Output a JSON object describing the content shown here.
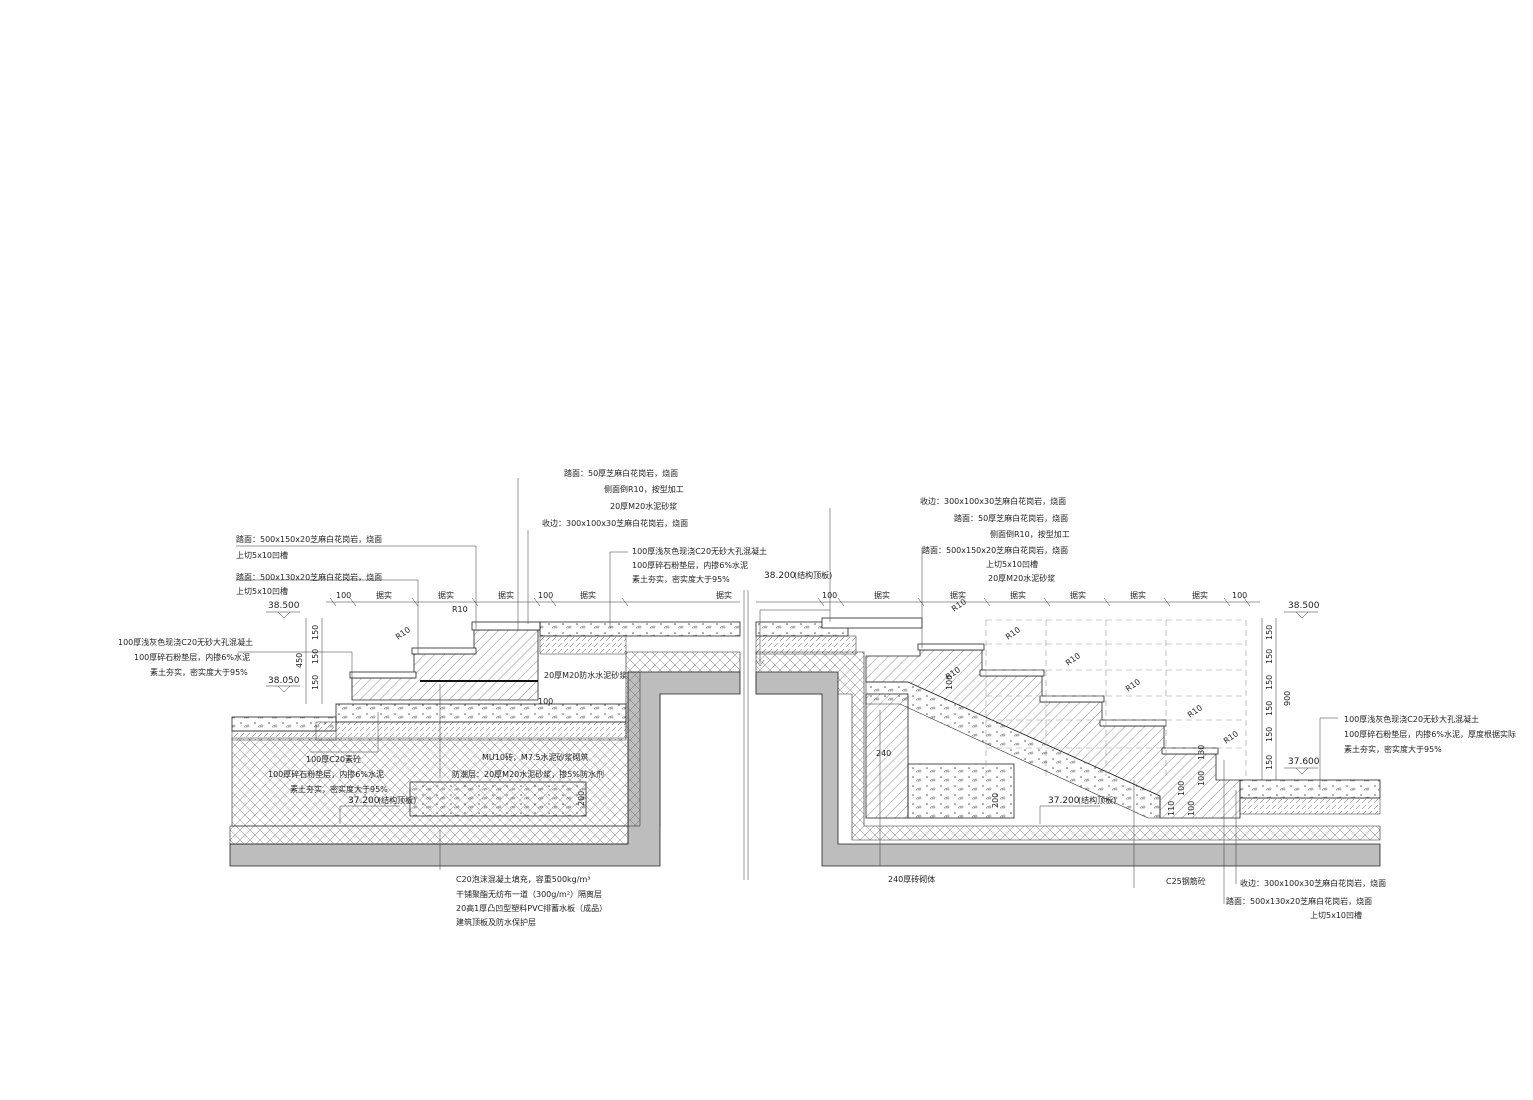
{
  "levels": {
    "left_top": "38.500",
    "left_mid": "38.050",
    "left_roof": "37.200",
    "left_roof_note": "(结构顶板)",
    "center_roof": "38.200",
    "center_roof_note": "(结构顶板)",
    "right_top": "38.500",
    "right_mid": "37.600",
    "right_roof": "37.200",
    "right_roof_note": "(结构顶板)"
  },
  "dimensions": {
    "top_left": [
      "100",
      "据实",
      "据实",
      "据实",
      "100",
      "据实",
      "据实"
    ],
    "top_right": [
      "100",
      "据实",
      "据实",
      "据实",
      "据实",
      "据实",
      "据实",
      "100"
    ],
    "left_vertical_total": "450",
    "left_vertical_parts": [
      "150",
      "150",
      "150"
    ],
    "right_vertical_total": "900",
    "right_vertical_parts": [
      "150",
      "150",
      "150",
      "150",
      "150",
      "150"
    ],
    "wall_width_240": "240",
    "slab_200_left": "200",
    "slab_200_right": "200",
    "dim_100_left": "100",
    "small_right": [
      "100",
      "130",
      "100",
      "110",
      "100"
    ],
    "small_diag": "100"
  },
  "radius_labels": [
    "R10",
    "R10",
    "R10",
    "R10",
    "R10",
    "R10",
    "R10",
    "R10",
    "R10"
  ],
  "notes_top_left": [
    "踏面：500x150x20芝麻白花岗岩，烧面",
    "上切5x10凹槽",
    "踏面：500x130x20芝麻白花岗岩，烧面",
    "上切5x10凹槽"
  ],
  "notes_top_center": [
    "踏面：50厚芝麻白花岗岩，烧面",
    "侧面倒R10，按型加工",
    "20厚M20水泥砂浆",
    "收边：300x100x30芝麻白花岗岩，烧面"
  ],
  "notes_top_mid": [
    "100厚浅灰色现浇C20无砂大孔混凝土",
    "100厚碎石粉垫层，内掺6%水泥",
    "素土夯实，密实度大于95%"
  ],
  "notes_top_right": [
    "收边：300x100x30芝麻白花岗岩，烧面",
    "踏面：50厚芝麻白花岗岩，烧面",
    "侧面倒R10，按型加工",
    "踏面：500x150x20芝麻白花岗岩，烧面",
    "上切5x10凹槽",
    "20厚M20水泥砂浆"
  ],
  "notes_left": [
    "100厚浅灰色现浇C20无砂大孔混凝土",
    "100厚碎石粉垫层，内掺6%水泥",
    "素土夯实，密实度大于95%"
  ],
  "notes_left_lower": [
    "100厚C20素砼",
    "100厚碎石粉垫层，内掺6%水泥",
    "素土夯实，密实度大于95%"
  ],
  "notes_center": {
    "waterproof_mortar": "20厚M20防水水泥砂浆",
    "brick": "MU10砖，M7.5水泥砂浆砌筑",
    "damp_proof": "防潮层：20厚M20水泥砂浆，掺5%防水剂"
  },
  "notes_bottom": [
    "C20泡沫混凝土填充，容重500kg/m³",
    "干铺聚酯无纺布一道（300g/m²）隔离层",
    "20高1厚凸凹型塑料PVC排蓄水板（成品）",
    "建筑顶板及防水保护层"
  ],
  "notes_right": [
    "100厚浅灰色现浇C20无砂大孔混凝土",
    "100厚碎石粉垫层，内掺6%水泥，厚度根据实际",
    "素土夯实，密实度大于95%"
  ],
  "notes_bottom_right": {
    "wall_240": "240厚砖砌体",
    "c25": "C25钢筋砼",
    "edge": "收边：300x100x30芝麻白花岗岩，烧面",
    "tread": "踏面：500x130x20芝麻白花岗岩，烧面",
    "groove": "上切5x10凹槽"
  }
}
